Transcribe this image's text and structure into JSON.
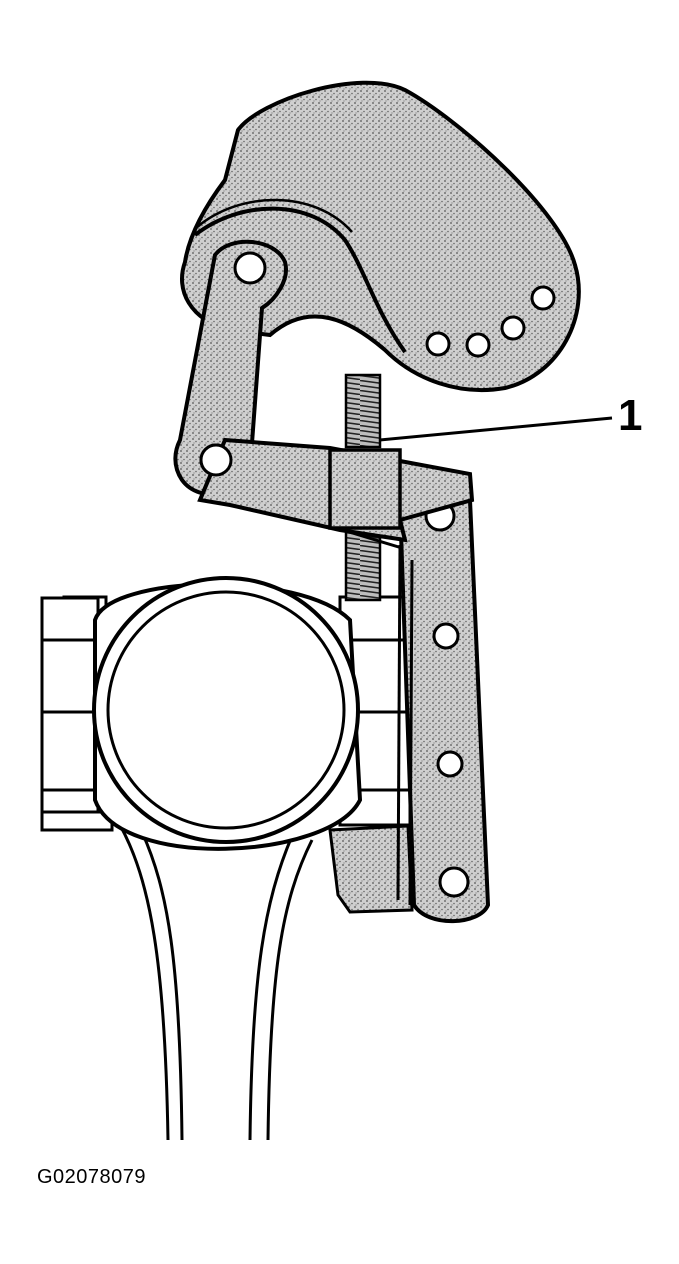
{
  "diagram": {
    "callouts": [
      {
        "id": "1",
        "label": "1"
      }
    ]
  },
  "figure_id": "G02078079"
}
